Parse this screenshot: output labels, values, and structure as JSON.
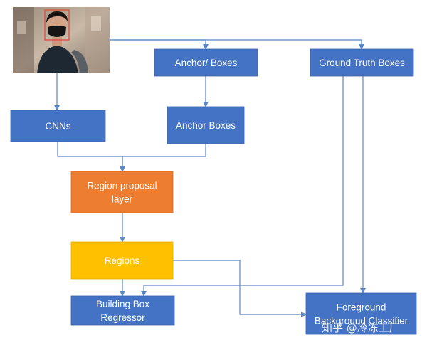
{
  "colors": {
    "blue": "#4472c4",
    "orange": "#ed7d31",
    "gold": "#ffc000",
    "arrow": "#5b86c9"
  },
  "diagram": {
    "photo": {
      "icon": "person-wearing-face-mask-photo-with-face-detection-box"
    },
    "nodes": {
      "anchor_boxes_top": {
        "lines": [
          "Anchor/ Boxes"
        ],
        "color": "blue"
      },
      "ground_truth_boxes": {
        "lines": [
          "Ground Truth Boxes"
        ],
        "color": "blue"
      },
      "cnns": {
        "lines": [
          "CNNs"
        ],
        "color": "blue"
      },
      "anchor_boxes": {
        "lines": [
          "Anchor Boxes"
        ],
        "color": "blue"
      },
      "region_proposal_layer": {
        "lines": [
          "Region proposal",
          "layer"
        ],
        "color": "orange"
      },
      "regions": {
        "lines": [
          "Regions"
        ],
        "color": "gold"
      },
      "building_box_regressor": {
        "lines": [
          "Building Box",
          "Regressor"
        ],
        "color": "blue"
      },
      "foreground_background_classifier": {
        "lines": [
          "Foreground",
          "Background Classifier"
        ],
        "color": "blue"
      }
    },
    "edges": [
      {
        "from": "photo",
        "to": "anchor_boxes_top"
      },
      {
        "from": "photo",
        "to": "ground_truth_boxes"
      },
      {
        "from": "photo",
        "to": "cnns"
      },
      {
        "from": "anchor_boxes_top",
        "to": "anchor_boxes"
      },
      {
        "from": "cnns",
        "to": "region_proposal_layer"
      },
      {
        "from": "anchor_boxes",
        "to": "region_proposal_layer"
      },
      {
        "from": "region_proposal_layer",
        "to": "regions"
      },
      {
        "from": "regions",
        "to": "building_box_regressor"
      },
      {
        "from": "regions",
        "to": "foreground_background_classifier"
      },
      {
        "from": "ground_truth_boxes",
        "to": "building_box_regressor"
      },
      {
        "from": "ground_truth_boxes",
        "to": "foreground_background_classifier"
      }
    ]
  },
  "watermark": "知乎 @冷冻工厂"
}
